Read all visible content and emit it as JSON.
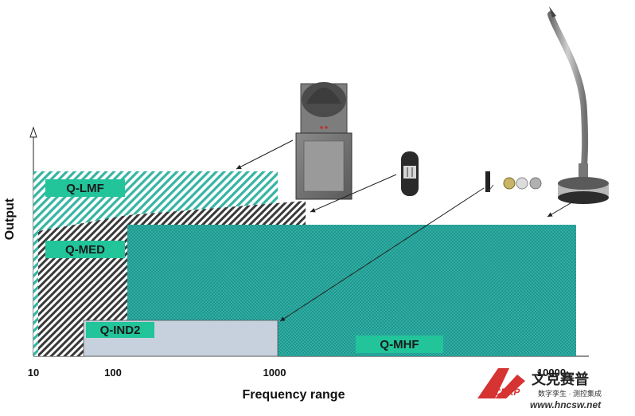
{
  "diagram": {
    "y_axis_title": "Output",
    "x_axis_title": "Frequency range",
    "x_ticks": [
      "10",
      "100",
      "1000",
      "10000"
    ],
    "bands": [
      {
        "id": "lmf",
        "label": "Q-LMF",
        "pattern": "diagonal-hatch",
        "color": "#36b4a4"
      },
      {
        "id": "med",
        "label": "Q-MED",
        "pattern": "black-diagonal-hatch",
        "color": "#3a3a3a"
      },
      {
        "id": "mhf",
        "label": "Q-MHF",
        "pattern": "dotted",
        "color": "#1a9a90"
      },
      {
        "id": "ind2",
        "label": "Q-IND2",
        "pattern": "solid",
        "color": "#c6d1dd"
      }
    ],
    "label_background": "#22c49a"
  },
  "watermark": {
    "logo_text": "文克赛普",
    "tagline": "数字孪生 · 测控集成",
    "url": "www.hncsw.net"
  }
}
